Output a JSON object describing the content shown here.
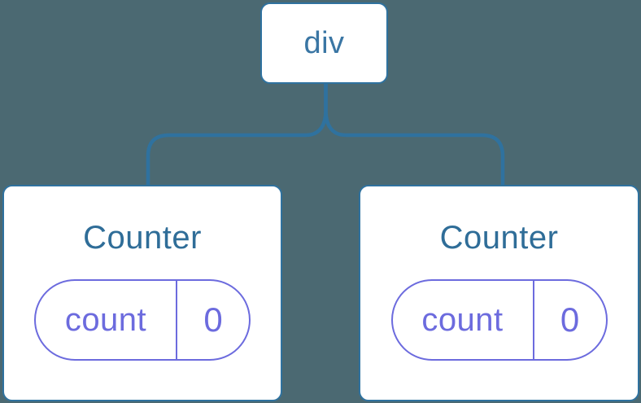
{
  "diagram": {
    "root_node": {
      "label": "div"
    },
    "child_nodes": [
      {
        "title": "Counter",
        "state_key": "count",
        "state_value": "0"
      },
      {
        "title": "Counter",
        "state_key": "count",
        "state_value": "0"
      }
    ]
  },
  "colors": {
    "background": "#4B6972",
    "node_fill": "#FFFFFF",
    "node_border_blue": "#2F729F",
    "node_text_blue": "#2F6D98",
    "root_text_blue": "#3A76A4",
    "state_purple": "#6C6BDE"
  }
}
